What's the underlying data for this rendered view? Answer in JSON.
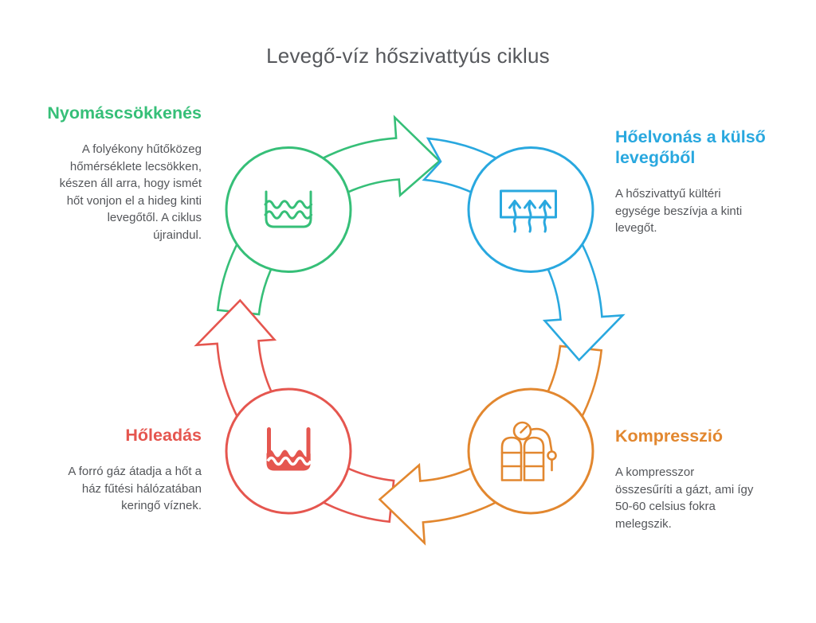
{
  "title": "Levegő-víz hőszivattyús ciklus",
  "colors": {
    "green": "#36bf78",
    "blue": "#29a8df",
    "orange": "#e2872f",
    "red": "#e5564f",
    "body_text": "#54565a",
    "title_text": "#56585c",
    "background": "#ffffff"
  },
  "steps": [
    {
      "id": "nyomascsokkenes",
      "color_key": "green",
      "heading": "Nyomáscsökkenés",
      "body": "A folyékony hűtőközeg\nhőmérséklete lecsökken,\nkészen áll arra, hogy ismét\nhőt vonjon el a hideg kinti\nlevegőtől. A ciklus\nújraindul.",
      "icon": "water-tank-icon"
    },
    {
      "id": "hoelvonas-a-kulso-levegobol",
      "color_key": "blue",
      "heading": "Hőelvonás a külső\nlevegőből",
      "body": "A hőszivattyű kültéri\negysége beszívja a kinti\nlevegőt.",
      "icon": "air-intake-icon"
    },
    {
      "id": "kompresszio",
      "color_key": "orange",
      "heading": "Kompresszió",
      "body": "A kompresszor\nösszesűríti a gázt, ami így\n50-60 celsius fokra\nmelegszik.",
      "icon": "compressor-icon"
    },
    {
      "id": "holeadas",
      "color_key": "red",
      "heading": "Hőleadás",
      "body": "A forró gáz átadja a hőt a\nház fűtési hálózatában\nkeringő víznek.",
      "icon": "hot-water-tank-icon"
    }
  ]
}
